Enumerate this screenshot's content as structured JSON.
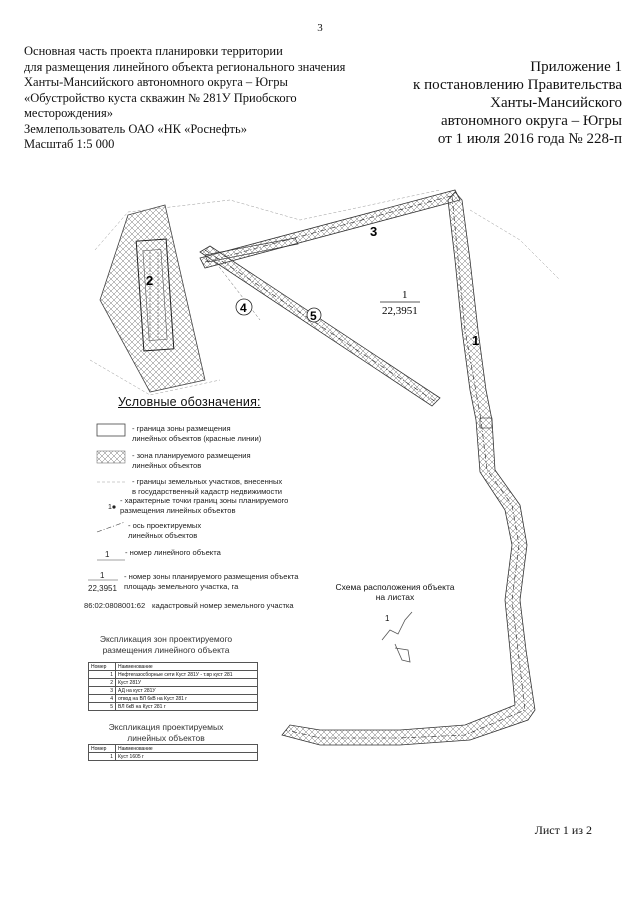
{
  "page_number": "3",
  "left_header": {
    "lines": [
      "Основная часть проекта планировки территории",
      "для размещения линейного объекта регионального значения",
      "Ханты-Мансийского автономного округа – Югры",
      "«Обустройство куста скважин № 281У Приобского",
      "месторождения»",
      "Землепользователь ОАО «НК «Роснефть»",
      "Масштаб 1:5 000"
    ]
  },
  "right_header": {
    "lines": [
      "Приложение 1",
      "к постановлению Правительства",
      "Ханты-Мансийского",
      "автономного округа – Югры",
      "от 1 июля 2016 года № 228-п"
    ]
  },
  "map": {
    "object_numbers": [
      "1",
      "2",
      "3",
      "4",
      "5"
    ],
    "zone_number": "1",
    "zone_area": "22,3951"
  },
  "legend": {
    "title": "Условные обозначения:",
    "items": [
      [
        "- граница зоны размещения",
        "линейных объектов (красные линии)"
      ],
      [
        "- зона планируемого размещения",
        "линейных объектов"
      ],
      [
        "- границы земельных участков, внесенных",
        "в государственный кадастр недвижимости"
      ],
      [
        "- характерные точки границ зоны планируемого",
        "размещения линейных объектов"
      ],
      [
        "- ось проектируемых",
        "линейных объектов"
      ],
      [
        "- номер линейного объекта"
      ],
      [
        "- номер зоны планируемого размещения объекта",
        "площадь земельного участка, га"
      ],
      [
        "кадастровый номер земельного участка"
      ]
    ],
    "sample_point_label": "1",
    "sample_object_number": "1",
    "sample_zone_number": "1",
    "sample_zone_area": "22,3951",
    "sample_cadastral": "86:02:0808001:62"
  },
  "scheme": {
    "title": [
      "Схема расположения объекта",
      "на листах"
    ],
    "sheet_label": "1"
  },
  "explication_zones": {
    "title": [
      "Экспликация зон проектируемого",
      "размещения линейного объекта"
    ],
    "header": [
      "Номер",
      "Наименование"
    ],
    "rows": [
      [
        "1",
        "Нефтегазосборные сети Куст 281У - т.вр куст 281"
      ],
      [
        "2",
        "Куст 281У"
      ],
      [
        "3",
        "АД на куст 281У"
      ],
      [
        "4",
        "отвод на ВЛ 6кВ на Куст 281 г"
      ],
      [
        "5",
        "ВЛ 6кВ на Куст 281 г"
      ]
    ]
  },
  "explication_objects": {
    "title": [
      "Экспликация проектируемых",
      "линейных объектов"
    ],
    "header": [
      "Номер",
      "Наименование"
    ],
    "rows": [
      [
        "1",
        "Куст 1605 г"
      ]
    ]
  },
  "sheet_footer": "Лист 1 из 2"
}
